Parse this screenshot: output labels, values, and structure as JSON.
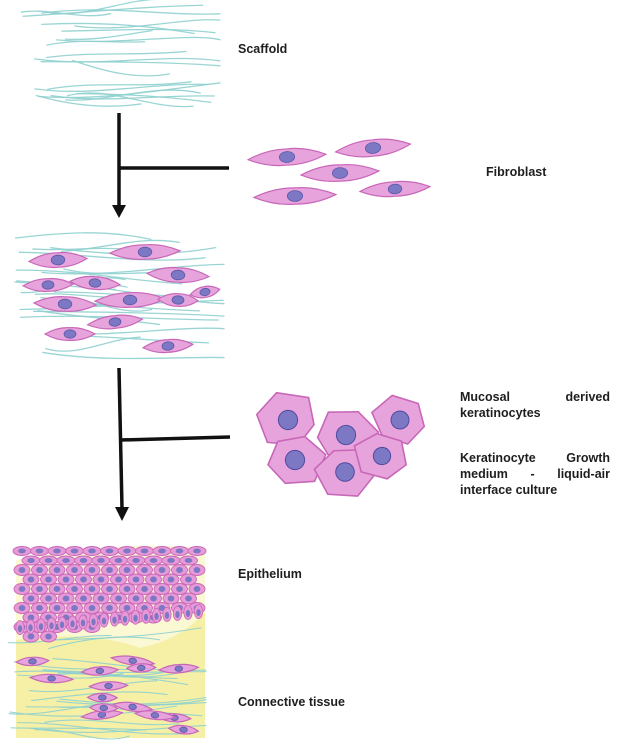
{
  "labels": {
    "scaffold": "Scaffold",
    "fibroblast": "Fibroblast",
    "keratinocytes": "Mucosal derived keratinocytes",
    "medium": "Keratinocyte Growth medium - liquid-air interface culture",
    "epithelium": "Epithelium",
    "connective": "Connective tissue"
  },
  "colors": {
    "fiber": "#8fd0cf",
    "cell_fill": "#e7a3dc",
    "cell_edge": "#c867b8",
    "nucleus": "#7d78c4",
    "epi_cell": "#e89ad8",
    "stroma": "#f3ee9c",
    "arrow": "#111111"
  },
  "icons": [
    "scaffold-fibers",
    "fibroblast-cells",
    "seeded-scaffold",
    "keratinocyte-cluster",
    "oral-mucosa-tissue",
    "down-arrow"
  ]
}
